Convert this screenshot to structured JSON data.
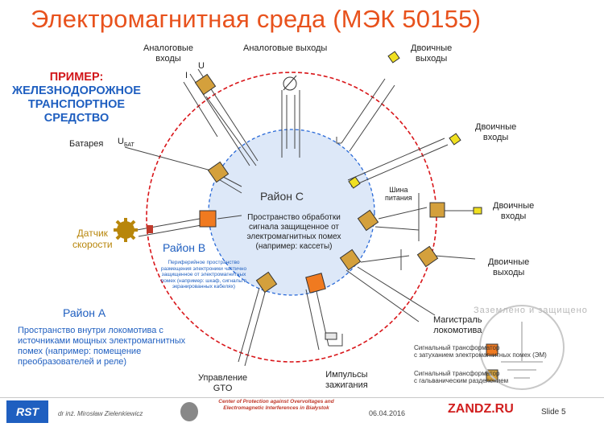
{
  "title": "Электромагнитная среда (МЭК 50155)",
  "example": {
    "label": "ПРИМЕР:",
    "line1": "ЖЕЛЕЗНОДОРОЖНОЕ",
    "line2": "ТРАНСПОРТНОЕ",
    "line3": "СРЕДСТВО"
  },
  "labels": {
    "analog_inputs_1": "Аналоговые",
    "analog_inputs_2": "входы",
    "current_i": "I",
    "voltage_u": "U",
    "analog_outputs": "Аналоговые выходы",
    "binary_outputs_1": "Двоичные",
    "binary_outputs_2": "выходы",
    "binary_inputs_1": "Двоичные",
    "binary_inputs_2": "входы",
    "battery": "Батарея",
    "ubat": "U",
    "ubat_sub": "БАТ",
    "power_bus_1": "Шина",
    "power_bus_2": "питания",
    "binary_inputs2_1": "Двоичные",
    "binary_inputs2_2": "входы",
    "binary_outputs2_1": "Двоичные",
    "binary_outputs2_2": "выходы",
    "speed_sensor_1": "Датчик",
    "speed_sensor_2": "скорости",
    "trunk_1": "Магистраль",
    "trunk_2": "локомотива",
    "gto_1": "Управление",
    "gto_2": "GTO",
    "ignition_1": "Импульсы",
    "ignition_2": "зажигания"
  },
  "zones": {
    "a_title": "Район А",
    "a_desc_1": "Пространство внутри локомотива с",
    "a_desc_2": "источниками мощных электромагнитных",
    "a_desc_3": "помех (например: помещение",
    "a_desc_4": "преобразователей и реле)",
    "b_title": "Район В",
    "b_desc": "Периферийное пространство размещения электроники частично защищенное от электромагнитных помех (например: шкаф, сигналы в экранированных кабелях)",
    "c_title": "Район С",
    "c_desc": "Пространство обработки сигнала защищенное от электромагнитных помех (например: кассеты)"
  },
  "legend": {
    "item1_1": "Сигнальный трансформатор",
    "item1_2": "с затуханием электромагнитных помех (ЭМ)",
    "item2_1": "Сигнальный трансформатор",
    "item2_2": "с гальваническим разделением"
  },
  "footer": {
    "author": "dr inż. Mirosław Zielenkiewicz",
    "center": "Center of Protection against Overvoltages and Electromagnetic Interferences in Białystok",
    "date": "06.04.2016",
    "site": "ZANDZ.RU",
    "slide": "Slide 5",
    "logo_text": "RST"
  },
  "watermark": "Заземлено и защищено",
  "colors": {
    "title": "#e8521d",
    "zone_blue": "#1f5fc0",
    "outer_circle": "#d9161a",
    "inner_circle": "#2a6ad8",
    "transformer_orange": "#f07a20",
    "transformer_tan": "#d4a03c",
    "binary_yellow": "#f0e020"
  }
}
